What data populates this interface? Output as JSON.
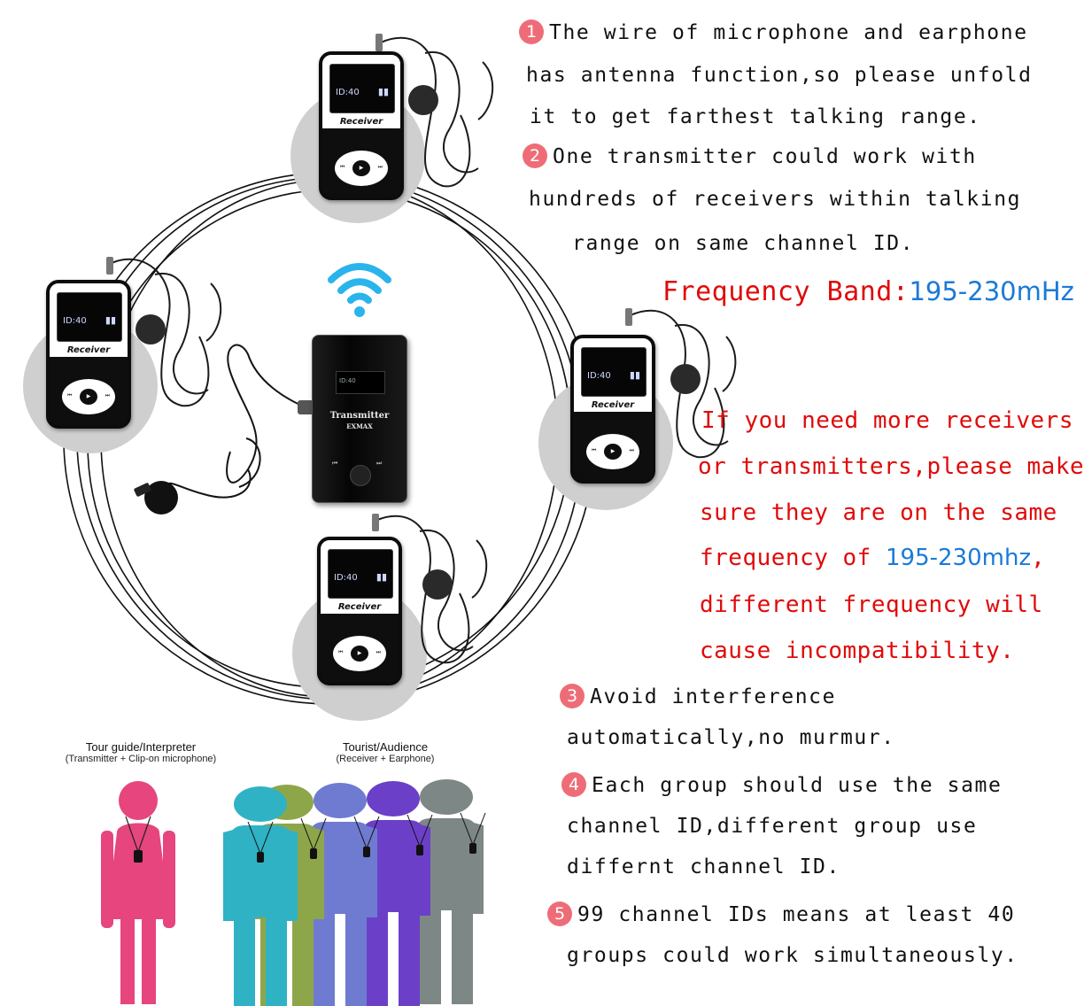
{
  "points": [
    {
      "number": "1",
      "lines": [
        "The wire of microphone and earphone",
        "has antenna function,so please unfold",
        "it  to get farthest talking range."
      ]
    },
    {
      "number": "2",
      "lines": [
        "One transmitter could work with",
        "hundreds of receivers within talking",
        "range on same channel ID."
      ]
    },
    {
      "number": "3",
      "lines": [
        "Avoid interference",
        "automatically,no murmur."
      ]
    },
    {
      "number": "4",
      "lines": [
        "Each group should use the same",
        "channel ID,different group use",
        "differnt  channel ID."
      ]
    },
    {
      "number": "5",
      "lines": [
        "99 channel IDs means  at least 40",
        "groups could work simultaneously."
      ]
    }
  ],
  "frequency_band": {
    "label": "Frequency Band:",
    "value": "195-230mHz"
  },
  "notice": {
    "line1": "If you need more receivers",
    "line2": "or transmitters,please make",
    "line3": "sure they are on the same",
    "line4_prefix": "frequency of ",
    "line4_value": "195-230mhz",
    "line4_suffix": ",",
    "line5": "different frequency will",
    "line6": "cause incompatibility."
  },
  "devices": {
    "receiver_id": "ID:40",
    "receiver_label": "Receiver",
    "brand": "EXMAX",
    "transmitter_id": "ID:40",
    "transmitter_label": "Transmitter"
  },
  "captions": {
    "guide_title": "Tour guide/Interpreter",
    "guide_sub": "(Transmitter + Clip-on microphone)",
    "tourist_title": "Tourist/Audience",
    "tourist_sub": "(Receiver + Earphone)"
  },
  "colors": {
    "badge": "#ee6c78",
    "notice_red": "#e00a0a",
    "frequency_blue": "#1a7ad8",
    "wifi_blue": "#2ab4ec",
    "guide_pink": "#e6457e",
    "tourist_colors": [
      "#2fb2c4",
      "#8ea64a",
      "#6f7bd0",
      "#6c3fc8",
      "#7d8786"
    ]
  },
  "icons": {
    "wifi": "wifi-signal-icon",
    "play_pause": "play-pause-icon",
    "microphone": "clip-on-microphone-icon",
    "person": "person-figure-icon"
  }
}
